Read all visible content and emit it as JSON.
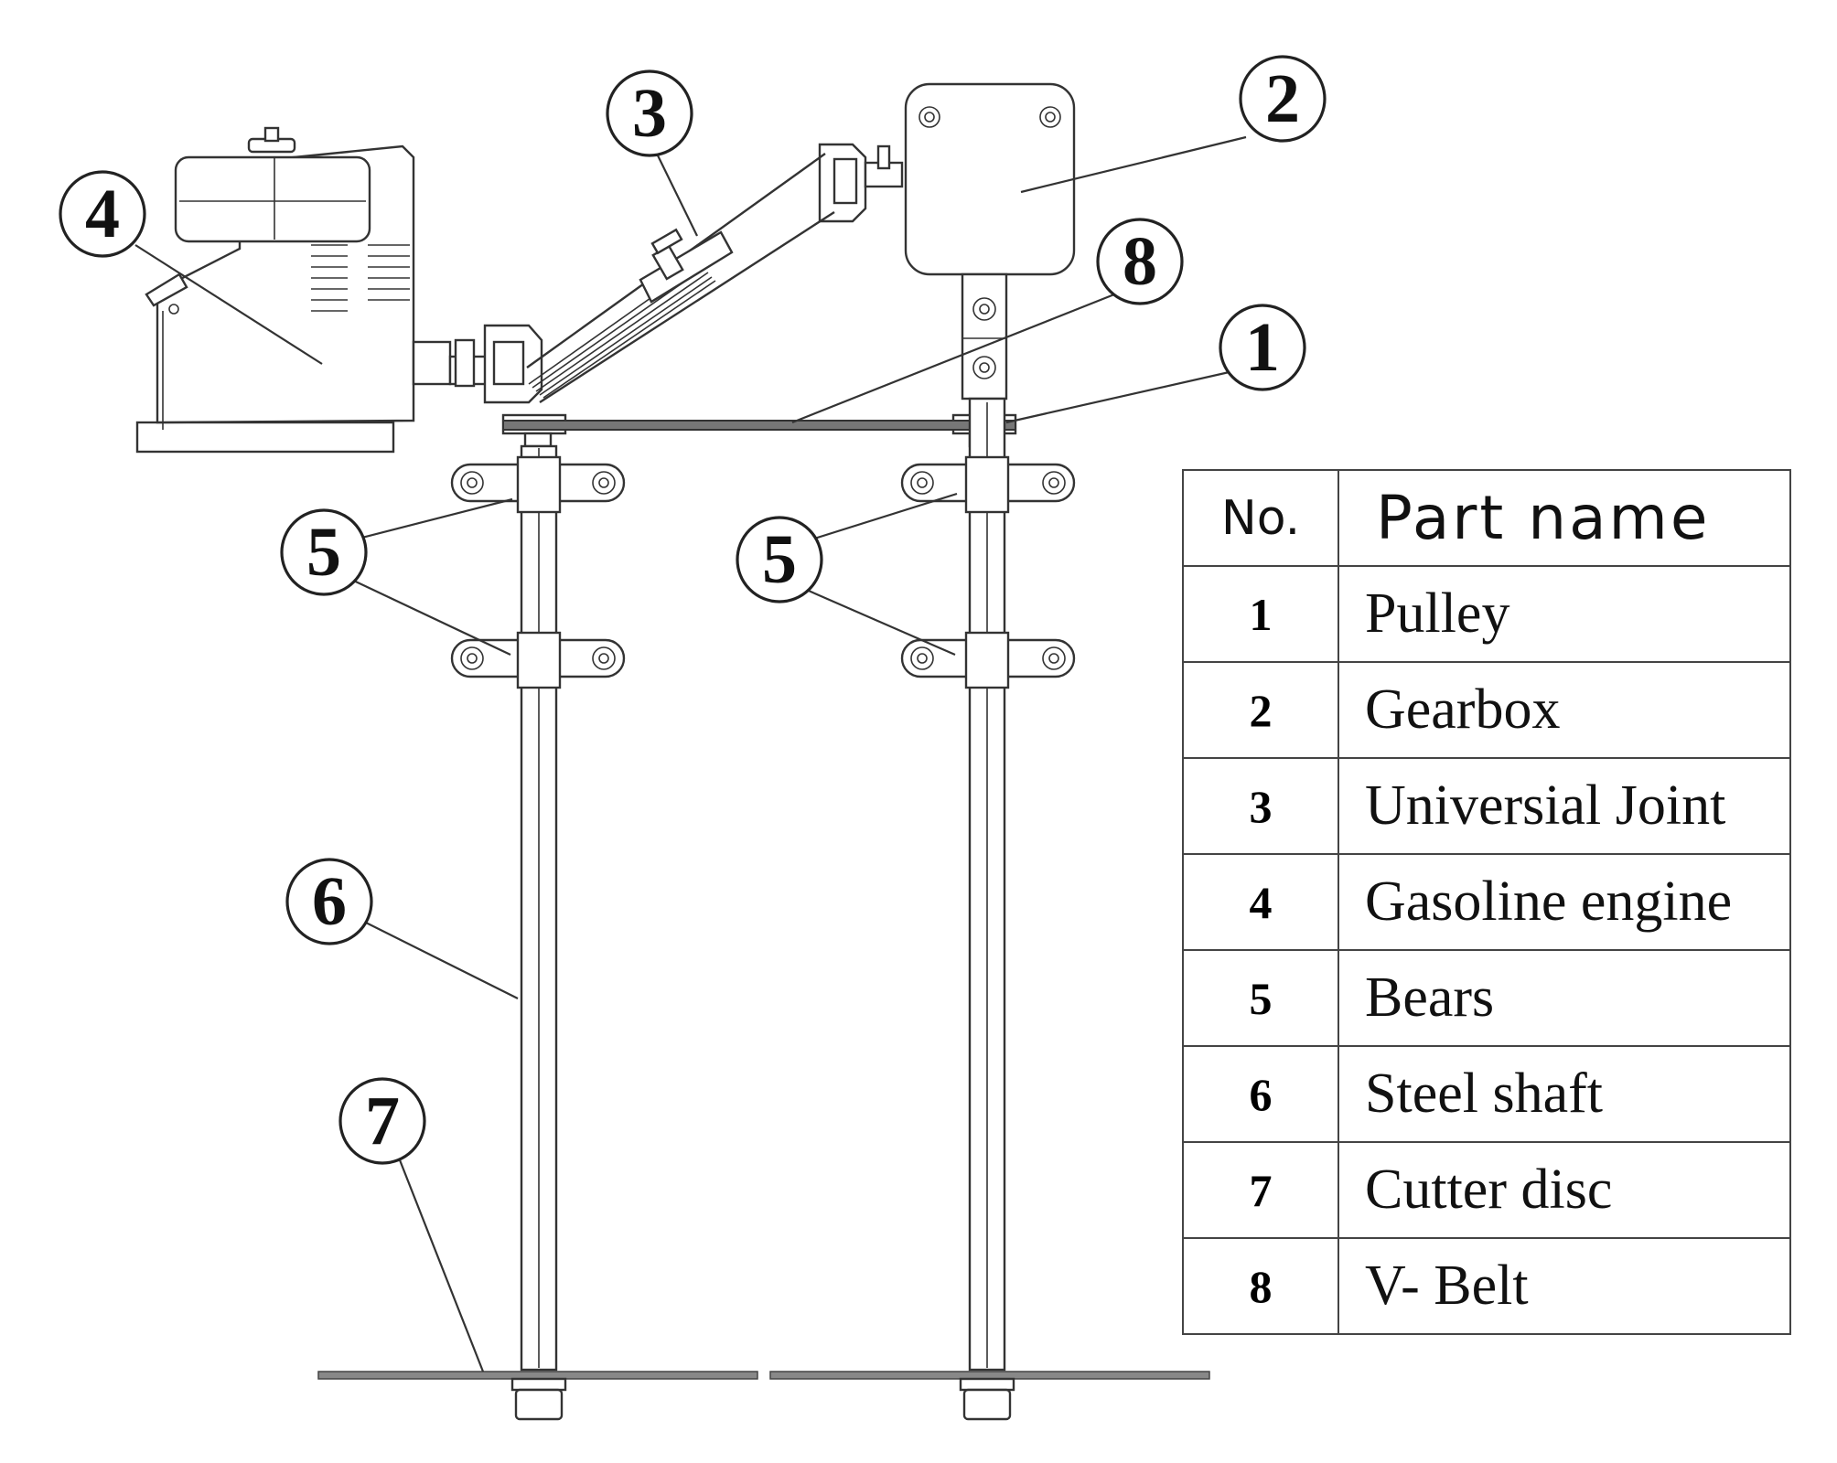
{
  "callouts": [
    {
      "key": "c1",
      "label": "1"
    },
    {
      "key": "c2",
      "label": "2"
    },
    {
      "key": "c3",
      "label": "3"
    },
    {
      "key": "c4",
      "label": "4"
    },
    {
      "key": "c5a",
      "label": "5"
    },
    {
      "key": "c5b",
      "label": "5"
    },
    {
      "key": "c6",
      "label": "6"
    },
    {
      "key": "c7",
      "label": "7"
    },
    {
      "key": "c8",
      "label": "8"
    }
  ],
  "legend": {
    "header_no": "No.",
    "header_name": "Part name",
    "rows": [
      {
        "no": "1",
        "name": "Pulley"
      },
      {
        "no": "2",
        "name": "Gearbox"
      },
      {
        "no": "3",
        "name": "Universial Joint"
      },
      {
        "no": "4",
        "name": "Gasoline engine"
      },
      {
        "no": "5",
        "name": "Bears"
      },
      {
        "no": "6",
        "name": "Steel shaft"
      },
      {
        "no": "7",
        "name": "Cutter disc"
      },
      {
        "no": "8",
        "name": "V- Belt"
      }
    ]
  }
}
